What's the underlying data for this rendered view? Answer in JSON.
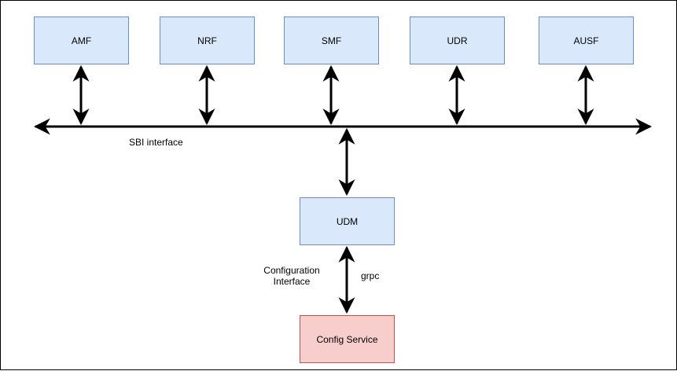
{
  "nodes": {
    "amf": "AMF",
    "nrf": "NRF",
    "smf": "SMF",
    "udr": "UDR",
    "ausf": "AUSF",
    "udm": "UDM",
    "config_service": "Config Service"
  },
  "labels": {
    "sbi_interface": "SBI interface",
    "configuration_interface_line1": "Configuration",
    "configuration_interface_line2": "Interface",
    "grpc": "grpc"
  },
  "colors": {
    "nf_fill": "#dae8fc",
    "nf_border": "#6c8ebf",
    "config_fill": "#f8cecc",
    "config_border": "#b85450",
    "line": "#000000"
  }
}
